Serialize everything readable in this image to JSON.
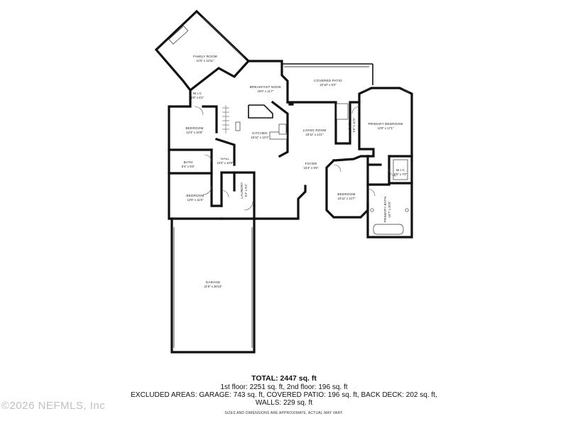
{
  "rooms": {
    "family_room": {
      "name": "FAMILY ROOM",
      "dims": "21'5\" x 13'11\""
    },
    "breakfast_nook": {
      "name": "BREAKFAST NOOK",
      "dims": "16'0\" x 11'7\""
    },
    "covered_patio": {
      "name": "COVERED PATIO",
      "dims": "22'10\" x 9'3\""
    },
    "wic_left": {
      "name": "W.I.C",
      "dims": "6'9\" x 6'1\""
    },
    "bedroom_1": {
      "name": "BEDROOM",
      "dims": "12'3\" x 10'8\""
    },
    "kitchen": {
      "name": "KITCHEN",
      "dims": "16'11\" x 12'4\""
    },
    "living_room": {
      "name": "LIVING ROOM",
      "dims": "18'11\" x 14'1\""
    },
    "bath_master": {
      "name": "BATH",
      "dims": "5'9\" x 10'5\""
    },
    "primary_bedroom": {
      "name": "PRIMARY BEDROOM",
      "dims": "12'9\" x 17'1\""
    },
    "bath_2": {
      "name": "BATH",
      "dims": "8'4\" x 5'6\""
    },
    "hall": {
      "name": "HALL",
      "dims": "12'0\" x 10'9\""
    },
    "foyer": {
      "name": "FOYER",
      "dims": "15'4\" x 9'5\""
    },
    "wic_right": {
      "name": "W.I.C",
      "dims": "5'9\" x 7'0\""
    },
    "bedroom_2": {
      "name": "BEDROOM",
      "dims": "12'5\" x 11'5\""
    },
    "laundry": {
      "name": "LAUNDRY",
      "dims": "6'2\" x 9'4\""
    },
    "bedroom_3": {
      "name": "BEDROOM",
      "dims": "10'11\" x 13'7\""
    },
    "primary_bath": {
      "name": "PRIMARY BATH",
      "dims": "10'7\" x 20'3\""
    },
    "garage": {
      "name": "GARAGE",
      "dims": "21'5\" x 36'10\""
    }
  },
  "summary": {
    "total": "TOTAL: 2447 sq. ft",
    "floors": "1st floor: 2251 sq. ft, 2nd floor: 196 sq. ft",
    "excluded": "EXCLUDED AREAS: GARAGE: 743 sq. ft, COVERED PATIO: 196 sq. ft, BACK DECK: 202 sq. ft,",
    "walls": "WALLS: 229 sq. ft",
    "disclaimer": "SIZES AND DIMENSIONS ARE APPROXIMATE, ACTUAL MAY VARY."
  },
  "watermark": "©2026 NEFMLS, Inc"
}
